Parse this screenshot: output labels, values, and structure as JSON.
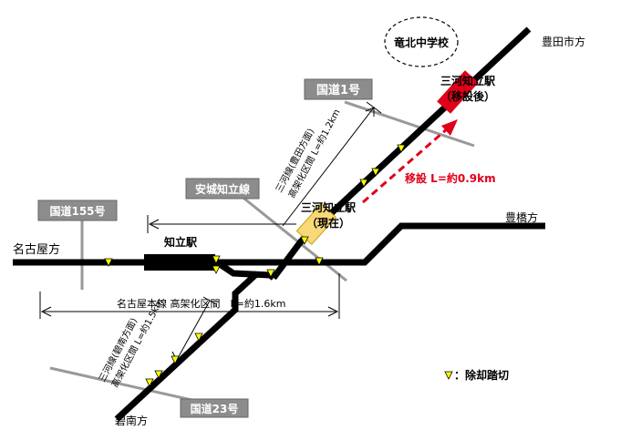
{
  "places": {
    "nagoya_direction": "名古屋方",
    "toyota_direction": "豊田市方",
    "toyohashi_direction": "豊橋方",
    "hekinan_direction": "碧南方",
    "chiryu_station": "知立駅",
    "mikawa_chiryu_after_line1": "三河知立駅",
    "mikawa_chiryu_after_line2": "（移設後）",
    "mikawa_chiryu_now_line1": "三河知立駅",
    "mikawa_chiryu_now_line2": "（現在）",
    "school": "竜北中学校"
  },
  "roads": {
    "route1": "国道1号",
    "route155": "国道155号",
    "route23": "国道23号",
    "anjo_chiryu": "安城知立線"
  },
  "sections": {
    "nagoya_main": "名古屋本線 高架化区間　L=約1.6km",
    "mikawa_toyota_line1": "三河線(豊田方面)",
    "mikawa_toyota_line2": "高架化区間 L=約1.2km",
    "mikawa_hekinan_line1": "三河線(碧南方面)",
    "mikawa_hekinan_line2": "高架化区間 L=約1.5km",
    "relocation": "移設 L=約0.9km"
  },
  "legend": {
    "crossing_label": "：除却踏切"
  },
  "colors": {
    "track": "#000000",
    "road": "#999999",
    "road_label_bg": "#8c8c8c",
    "station_new": "#e0001a",
    "station_current": "#f7d87a",
    "crossing_marker": "#ffff00",
    "relocation_text": "#e0001a"
  }
}
